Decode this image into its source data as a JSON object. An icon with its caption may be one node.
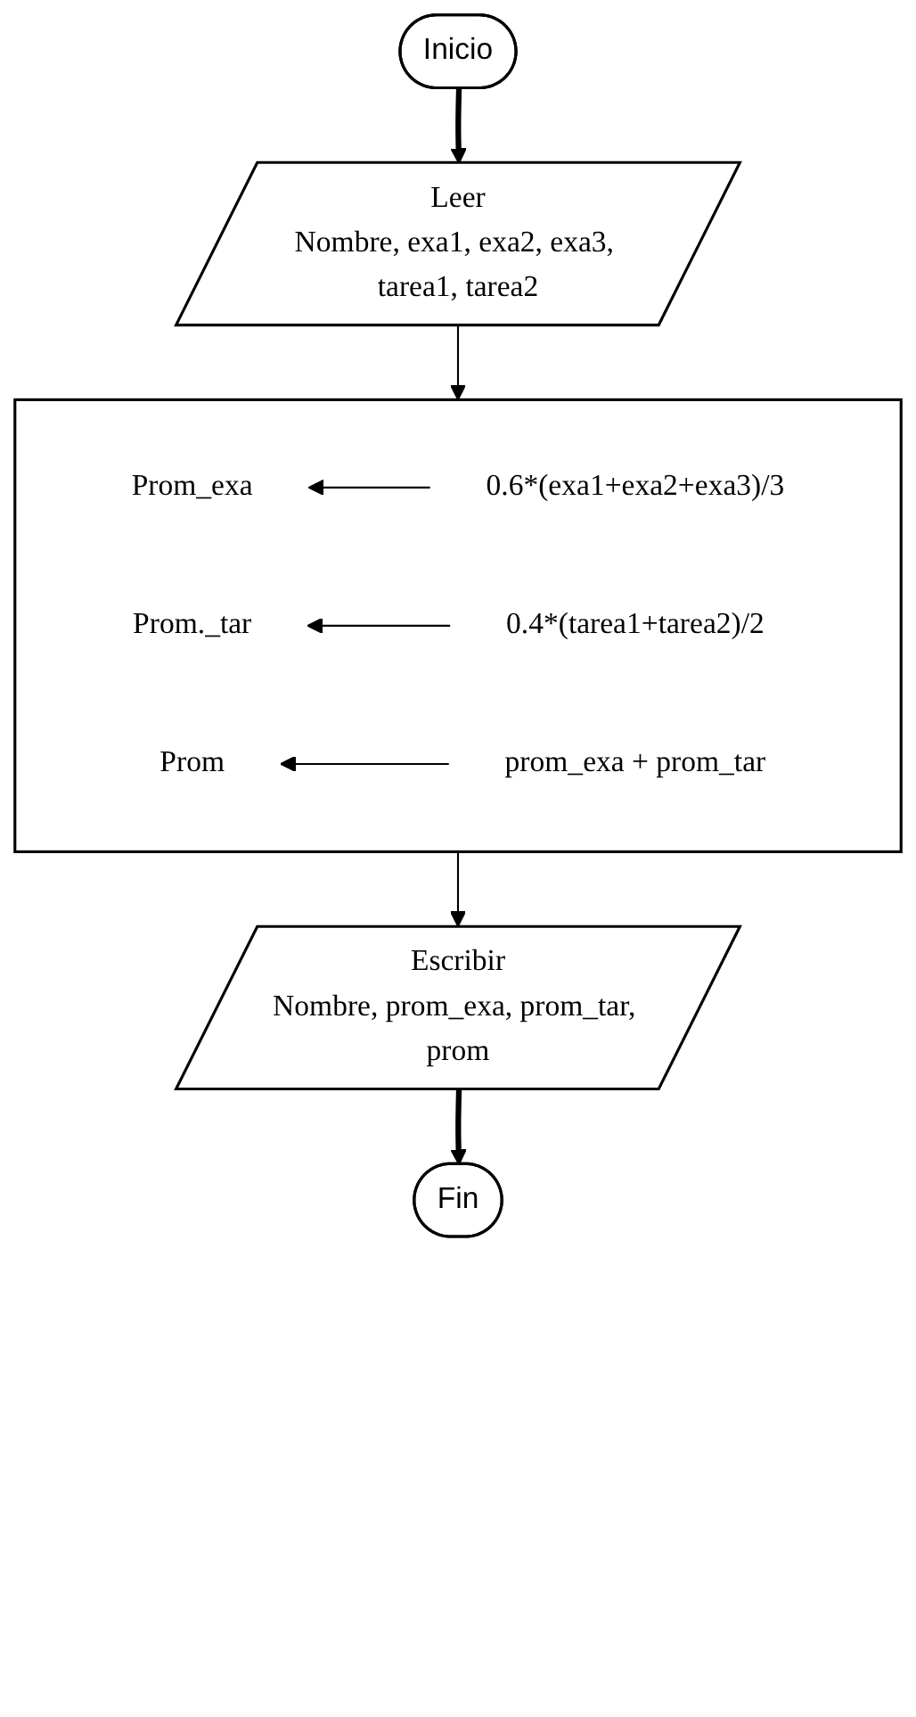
{
  "diagram": {
    "nodes": [
      {
        "text": [
          "Inicio"
        ]
      },
      {
        "text": [
          "Leer",
          "Nombre, exa1, exa2, exa3, tarea1, tarea2"
        ]
      },
      {
        "text": [],
        "shape": "box"
      },
      {
        "text": [
          "Prom_exa"
        ],
        "in": 2
      },
      {
        "text": [
          "0.6*(exa1+exa2+exa3)/3"
        ],
        "in": 2
      },
      {
        "text": [
          "Prom._tar"
        ],
        "in": 2
      },
      {
        "text": [
          "0.4*(tarea1+tarea2)/2"
        ],
        "in": 2
      },
      {
        "text": [
          "Prom"
        ],
        "in": 2
      },
      {
        "text": [
          "prom_exa + prom_tar"
        ],
        "in": 2
      },
      {
        "text": [
          "Escribir",
          "Nombre, prom_exa, prom_tar, prom"
        ]
      },
      {
        "text": [
          "Fin"
        ]
      }
    ],
    "edges": [
      {
        "from": 0,
        "to": 1,
        "arrow": "to",
        "style": "thick"
      },
      {
        "from": 1,
        "to": 2,
        "arrow": "to"
      },
      {
        "from": 4,
        "to": 3,
        "arrow": "to"
      },
      {
        "from": 6,
        "to": 5,
        "arrow": "to"
      },
      {
        "from": 8,
        "to": 7,
        "arrow": "to"
      },
      {
        "from": 2,
        "to": 9,
        "arrow": "to"
      },
      {
        "from": 9,
        "to": 10,
        "arrow": "to",
        "style": "thick"
      }
    ]
  }
}
